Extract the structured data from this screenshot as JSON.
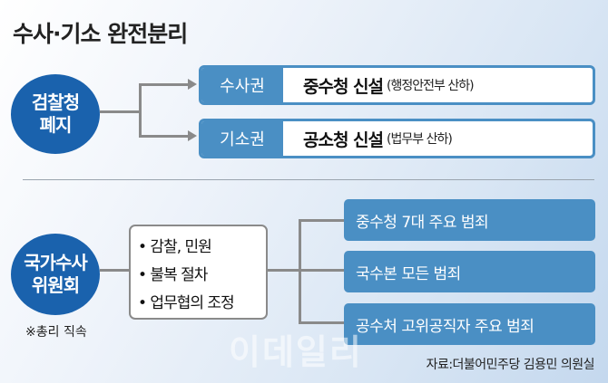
{
  "title": "수사·기소 완전분리",
  "top": {
    "source_node": [
      "검찰청",
      "폐지"
    ],
    "items": [
      {
        "label": "수사권",
        "main": "중수청 신설",
        "sub": "(행정안전부 산하)"
      },
      {
        "label": "기소권",
        "main": "공소청 신설",
        "sub": "(법무부 산하)"
      }
    ]
  },
  "bottom": {
    "source_node": [
      "국가수사",
      "위원회"
    ],
    "note": "※총리 직속",
    "functions": [
      "• 감찰, 민원",
      "• 불복 절차",
      "• 업무협의 조정"
    ],
    "targets": [
      "중수청 7대 주요 범죄",
      "국수본 모든 범죄",
      "공수처 고위공직자 주요 범죄"
    ]
  },
  "watermark": "이데일리",
  "source": "자료:더불어민주당 김용민 의원실",
  "colors": {
    "ellipse": "#1a62ad",
    "box": "#4a8fc4",
    "line": "#8a8a8a"
  }
}
